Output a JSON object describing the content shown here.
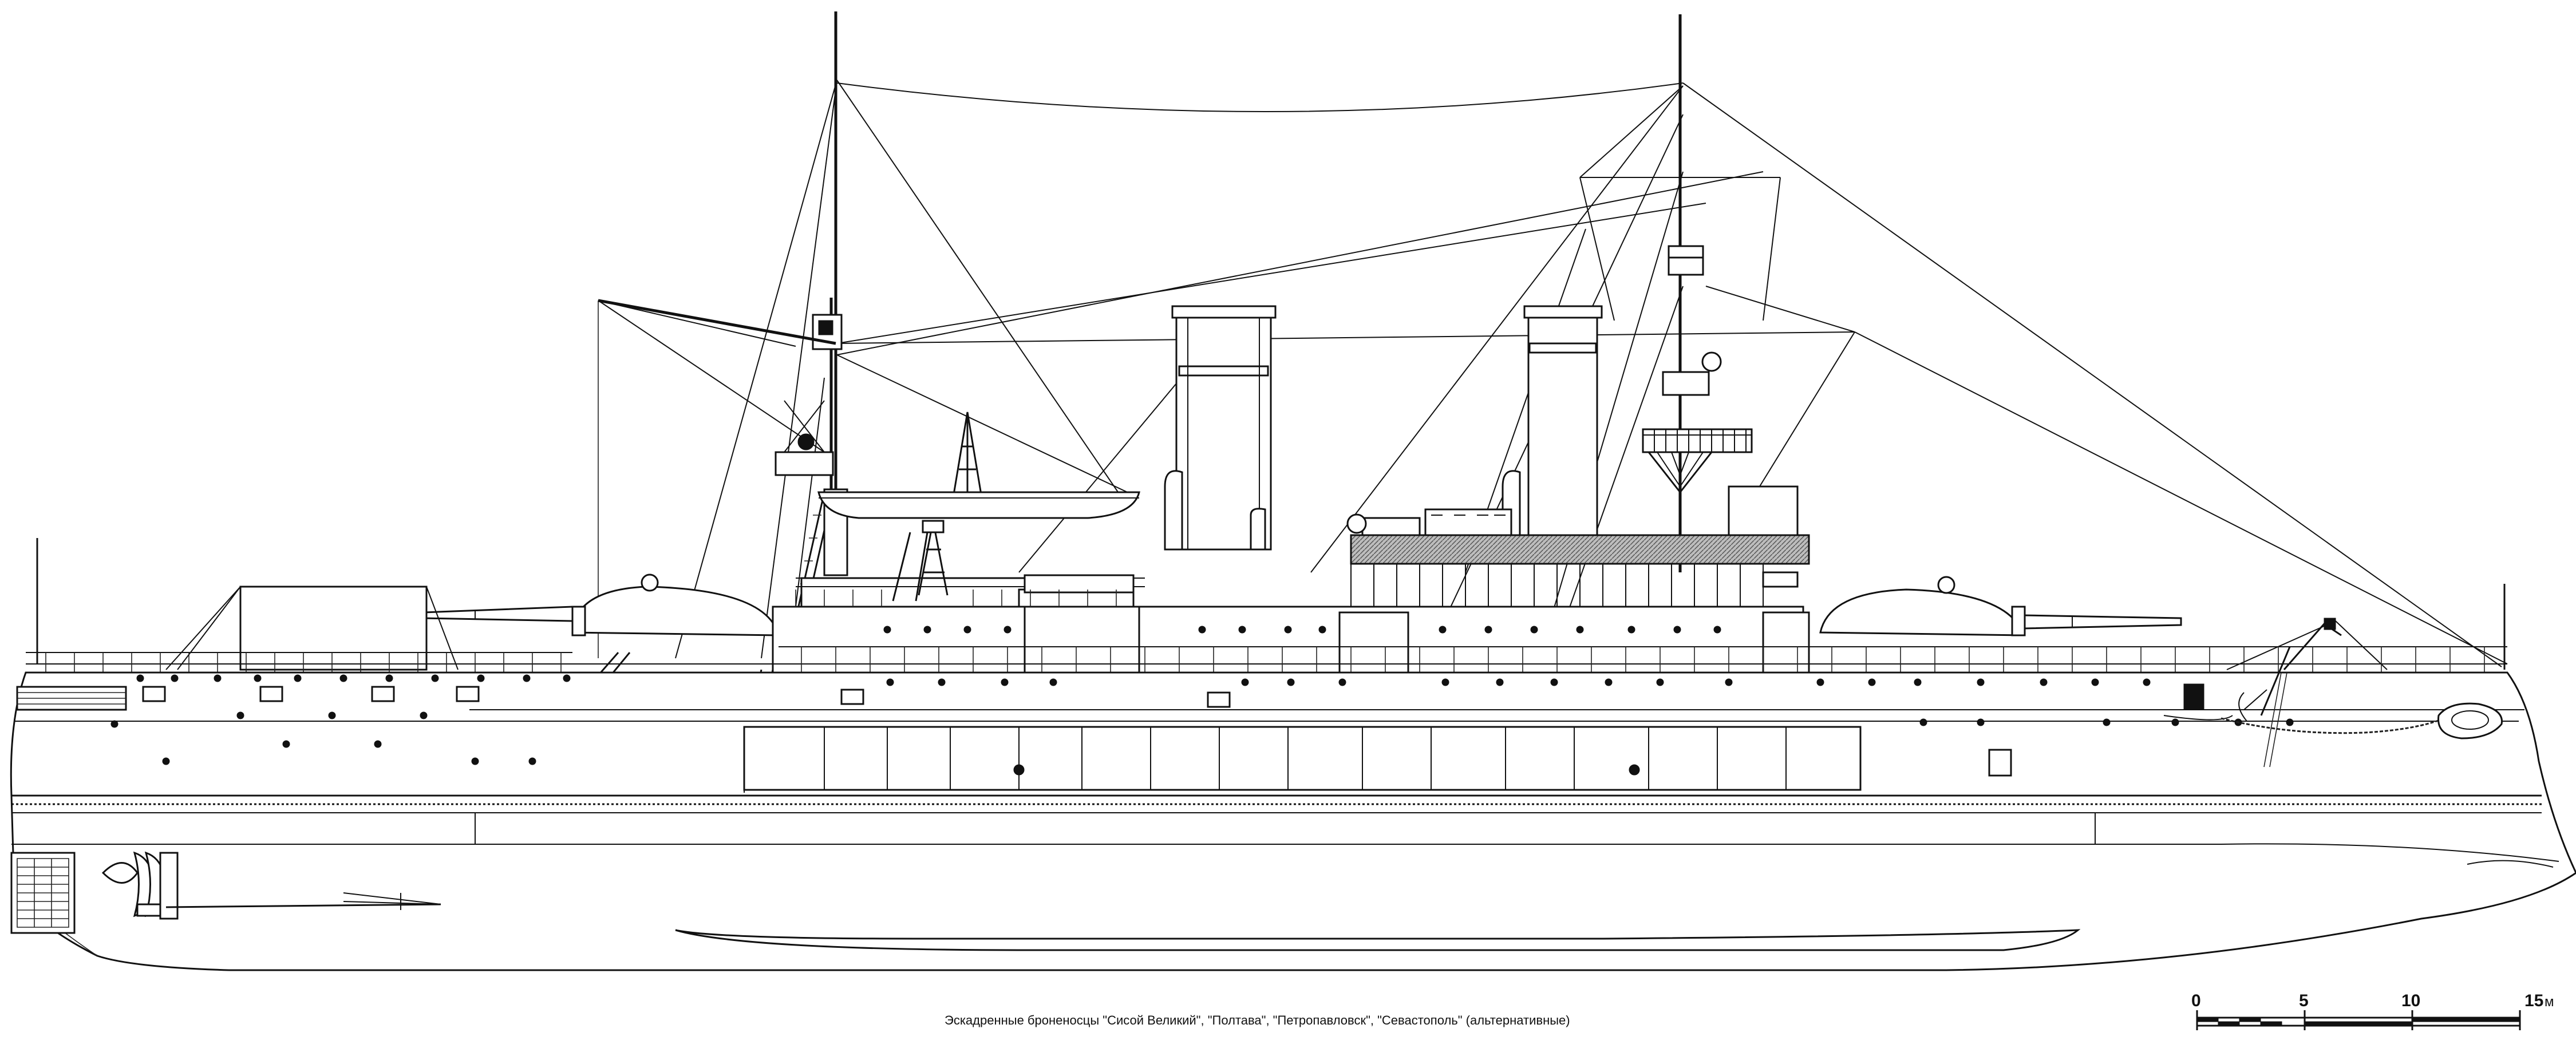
{
  "caption": "Эскадренные броненосцы \"Сисой Великий\", \"Полтава\", \"Петропавловск\", \"Севастополь\" (альтернативные)",
  "scale_bar": {
    "ticks": [
      "0",
      "5",
      "10",
      "15"
    ],
    "unit": "м"
  },
  "colors": {
    "ink": "#111111",
    "paper": "#ffffff",
    "deck_shade": "#9a9a9a"
  }
}
